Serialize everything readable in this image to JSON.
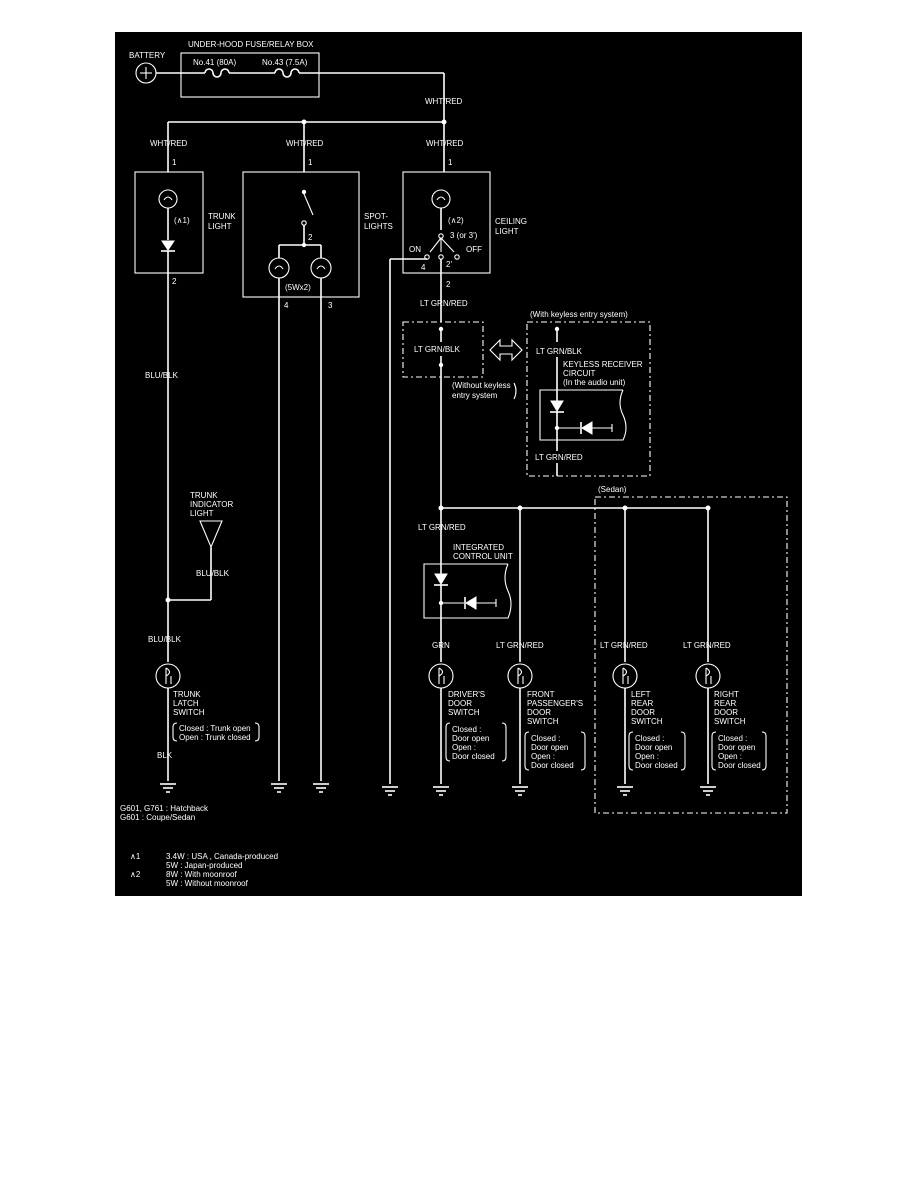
{
  "labels": {
    "battery": "BATTERY",
    "fuse_box": "UNDER-HOOD FUSE/RELAY BOX",
    "fuse41": "No.41 (80A)",
    "fuse43": "No.43 (7.5A)",
    "wht_red_main": "WHT/RED",
    "wht_red_trunk": "WHT/RED",
    "wht_red_spot": "WHT/RED",
    "wht_red_ceiling": "WHT/RED",
    "pin1_trunk": "1",
    "pin1_spot": "1",
    "pin1_ceiling": "1",
    "trunk_light_note": "(∧1)",
    "trunk_light_1": "TRUNK",
    "trunk_light_2": "LIGHT",
    "pin2_trunk": "2",
    "pin2_spot": "2",
    "spot_rating": "(5Wx2)",
    "pin4_spot": "4",
    "pin3_spot": "3",
    "spot_1": "SPOT-",
    "spot_2": "LIGHTS",
    "ceiling_note": "(∧2)",
    "ceiling_pin3": "3 (or 3')",
    "ceiling_on": "ON",
    "ceiling_off": "OFF",
    "ceiling_pin4": "4",
    "ceiling_pin2p": "2'",
    "ceiling_pin2": "2",
    "ceiling_1": "CEILING",
    "ceiling_2": "LIGHT",
    "lt_grn_red_top": "LT GRN/RED",
    "lt_grn_blk_box": "LT GRN/BLK",
    "with_keyless": "(With keyless entry system)",
    "lt_grn_blk_keyless": "LT GRN/BLK",
    "keyless_1": "KEYLESS RECEIVER",
    "keyless_2": "CIRCUIT",
    "keyless_3": "(In the audio unit)",
    "without_keyless_1": "(Without keyless",
    "without_keyless_2": "entry system",
    "lt_grn_red_keyless": "LT GRN/RED",
    "blu_blk_1": "BLU/BLK",
    "trunk_ind_1": "TRUNK",
    "trunk_ind_2": "INDICATOR",
    "trunk_ind_3": "LIGHT",
    "blu_blk_2": "BLU/BLK",
    "blu_blk_3": "BLU/BLK",
    "sedan": "(Sedan)",
    "lt_grn_red_icu": "LT GRN/RED",
    "icu_1": "INTEGRATED",
    "icu_2": "CONTROL UNIT",
    "grn": "GRN",
    "lt_grn_red_front": "LT GRN/RED",
    "lt_grn_red_left": "LT GRN/RED",
    "lt_grn_red_right": "LT GRN/RED",
    "trunk_latch_1": "TRUNK",
    "trunk_latch_2": "LATCH",
    "trunk_latch_3": "SWITCH",
    "trunk_closed": "Closed : Trunk open",
    "trunk_open": "Open   : Trunk closed",
    "blk": "BLK",
    "driver_1": "DRIVER'S",
    "driver_2": "DOOR",
    "driver_3": "SWITCH",
    "front_1": "FRONT",
    "front_2": "PASSENGER'S",
    "front_3": "DOOR",
    "front_4": "SWITCH",
    "left_1": "LEFT",
    "left_2": "REAR",
    "left_3": "DOOR",
    "left_4": "SWITCH",
    "right_1": "RIGHT",
    "right_2": "REAR",
    "right_3": "DOOR",
    "right_4": "SWITCH",
    "sw_closed": "Closed :",
    "sw_door_open": "Door open",
    "sw_open": "Open :",
    "sw_door_closed": "Door closed",
    "ground_1": "G601, G761 : Hatchback",
    "ground_2": "G601 : Coupe/Sedan",
    "fn1_mark": "∧1",
    "fn1_a": "3.4W : USA , Canada-produced",
    "fn1_b": "5W : Japan-produced",
    "fn2_mark": "∧2",
    "fn2_a": "8W : With moonroof",
    "fn2_b": "5W : Without moonroof"
  },
  "colors": {
    "background": "#000000",
    "line": "#ffffff",
    "page": "#ffffff"
  }
}
